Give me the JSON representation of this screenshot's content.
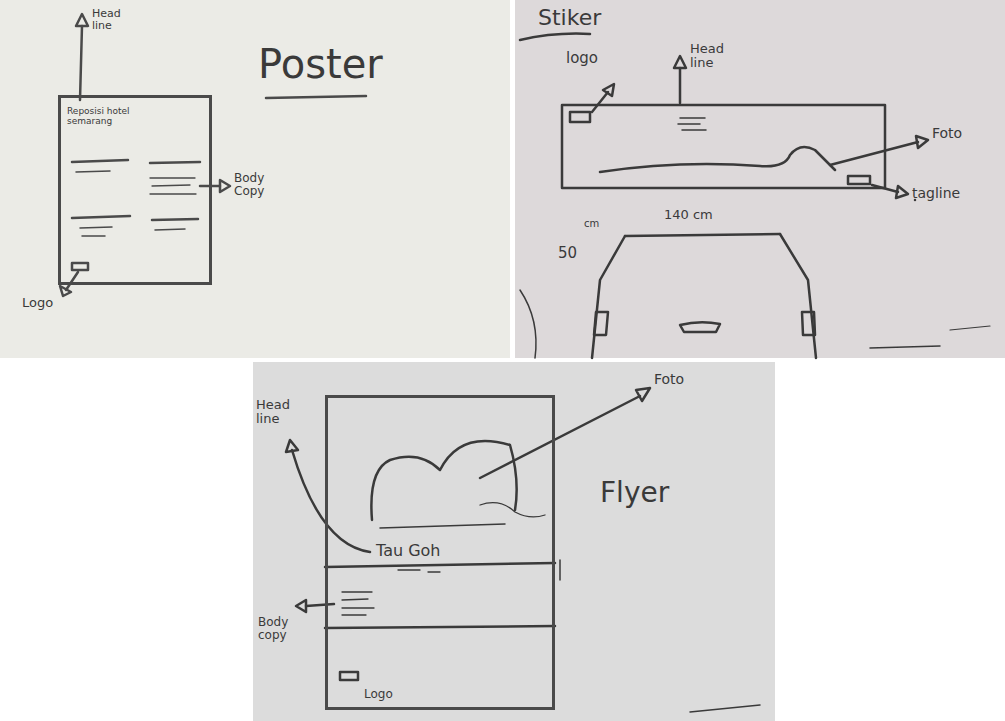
{
  "diagram": {
    "nodes": [
      {
        "text": [
          "Reposisi hotel semarang"
        ]
      },
      {
        "text": [
          "Tau Goh"
        ]
      }
    ],
    "labels": [
      "Head line",
      "Poster",
      "Body Copy",
      "Logo",
      "Stiker",
      "logo",
      "Head line",
      "Foto",
      "tagline",
      "140 cm",
      "50",
      "cm",
      "Foto",
      "Flyer",
      "Head line",
      "Body copy",
      "Logo"
    ]
  }
}
